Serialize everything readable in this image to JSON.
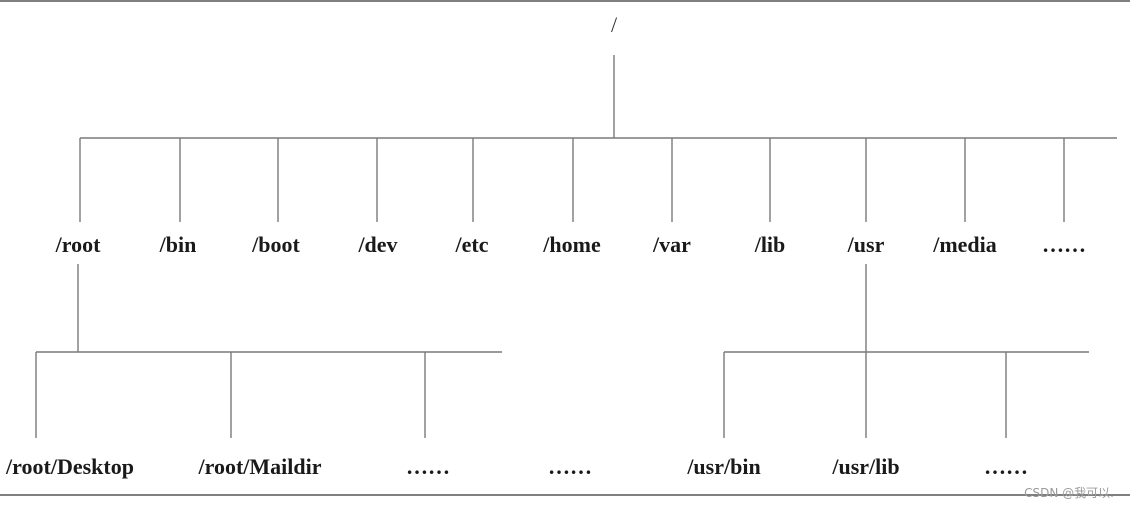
{
  "diagram": {
    "root": "/",
    "level1": [
      "/root",
      "/bin",
      "/boot",
      "/dev",
      "/etc",
      "/home",
      "/var",
      "/lib",
      "/usr",
      "/media",
      "……"
    ],
    "root_children": [
      "/root/Desktop",
      "/root/Maildir",
      "……",
      "……"
    ],
    "usr_children": [
      "/usr/bin",
      "/usr/lib",
      "……"
    ]
  },
  "watermark": "CSDN @我可以."
}
